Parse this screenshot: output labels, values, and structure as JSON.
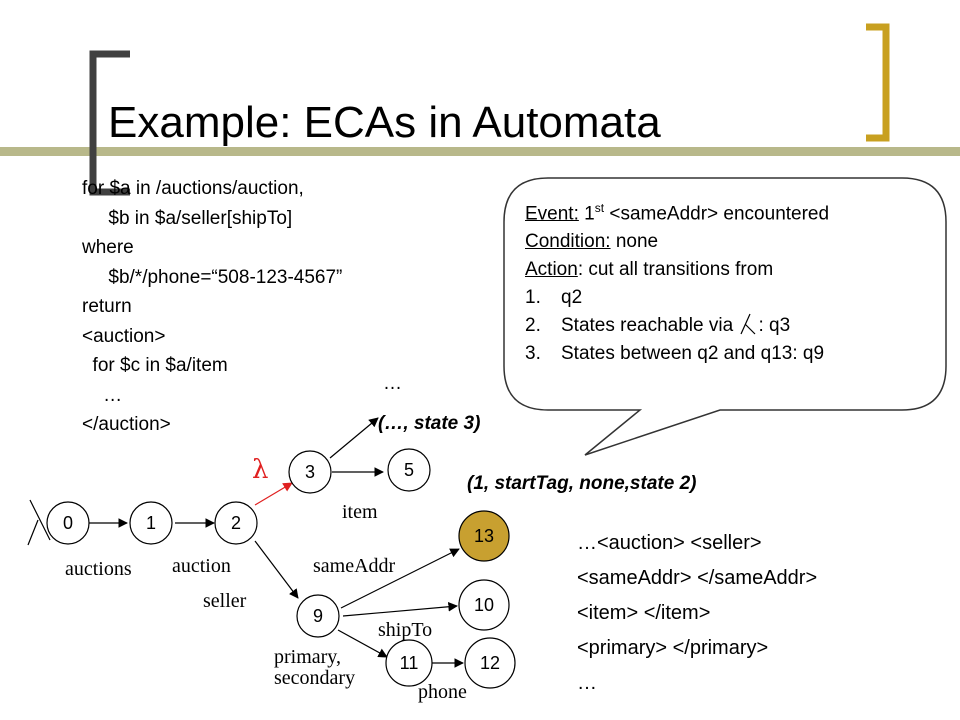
{
  "slide": {
    "title": "Example: ECAs in Automata",
    "accent_color": "#c8b030",
    "bar_color": "#b8b88a"
  },
  "query": {
    "lines": [
      "for $a in /auctions/auction,",
      "     $b in $a/seller[shipTo]",
      "where",
      "     $b/*/phone=“508-123-4567”",
      "return",
      "<auction>",
      "  for $c in $a/item",
      "    …",
      "</auction>"
    ]
  },
  "callout": {
    "event_label": "Event:",
    "event_text_pre": " 1",
    "event_sup": "st",
    "event_text_post": " <sameAddr> encountered",
    "condition_label": "Condition:",
    "condition_text": " none",
    "action_label": "Action",
    "action_text": ": cut all transitions from",
    "items": [
      {
        "num": "1.",
        "text_pre": "q2",
        "text_post": ""
      },
      {
        "num": "2.",
        "text_pre": "States reachable via ",
        "text_post": ": q3",
        "lambda": true
      },
      {
        "num": "3.",
        "text_pre": "States between q2 and q13: q9",
        "text_post": ""
      }
    ]
  },
  "tuples": {
    "state3": "(…, state 3)",
    "state2": "(1, startTag, none,state 2)",
    "ellipsis": "…"
  },
  "automaton": {
    "nodes": [
      {
        "id": "0",
        "label": "0",
        "highlight": false
      },
      {
        "id": "1",
        "label": "1",
        "highlight": false
      },
      {
        "id": "2",
        "label": "2",
        "highlight": false
      },
      {
        "id": "3",
        "label": "3",
        "highlight": false
      },
      {
        "id": "5",
        "label": "5",
        "highlight": false
      },
      {
        "id": "9",
        "label": "9",
        "highlight": false
      },
      {
        "id": "13",
        "label": "13",
        "highlight": true
      },
      {
        "id": "10",
        "label": "10",
        "highlight": false
      },
      {
        "id": "11",
        "label": "11",
        "highlight": false
      },
      {
        "id": "12",
        "label": "12",
        "highlight": false
      }
    ],
    "edge_labels": {
      "auctions": "auctions",
      "auction": "auction",
      "seller": "seller",
      "item": "item",
      "sameAddr": "sameAddr",
      "shipTo": "shipTo",
      "primary": "primary,",
      "secondary": "secondary",
      "phone": "phone",
      "lambda": "λ"
    },
    "highlight_color": "#c8a030",
    "lambda_edge_color": "#e02020"
  },
  "stream": {
    "lines": [
      "…<auction> <seller>",
      "<sameAddr> </sameAddr>",
      "<item> </item>",
      "<primary> </primary>",
      "…"
    ]
  }
}
